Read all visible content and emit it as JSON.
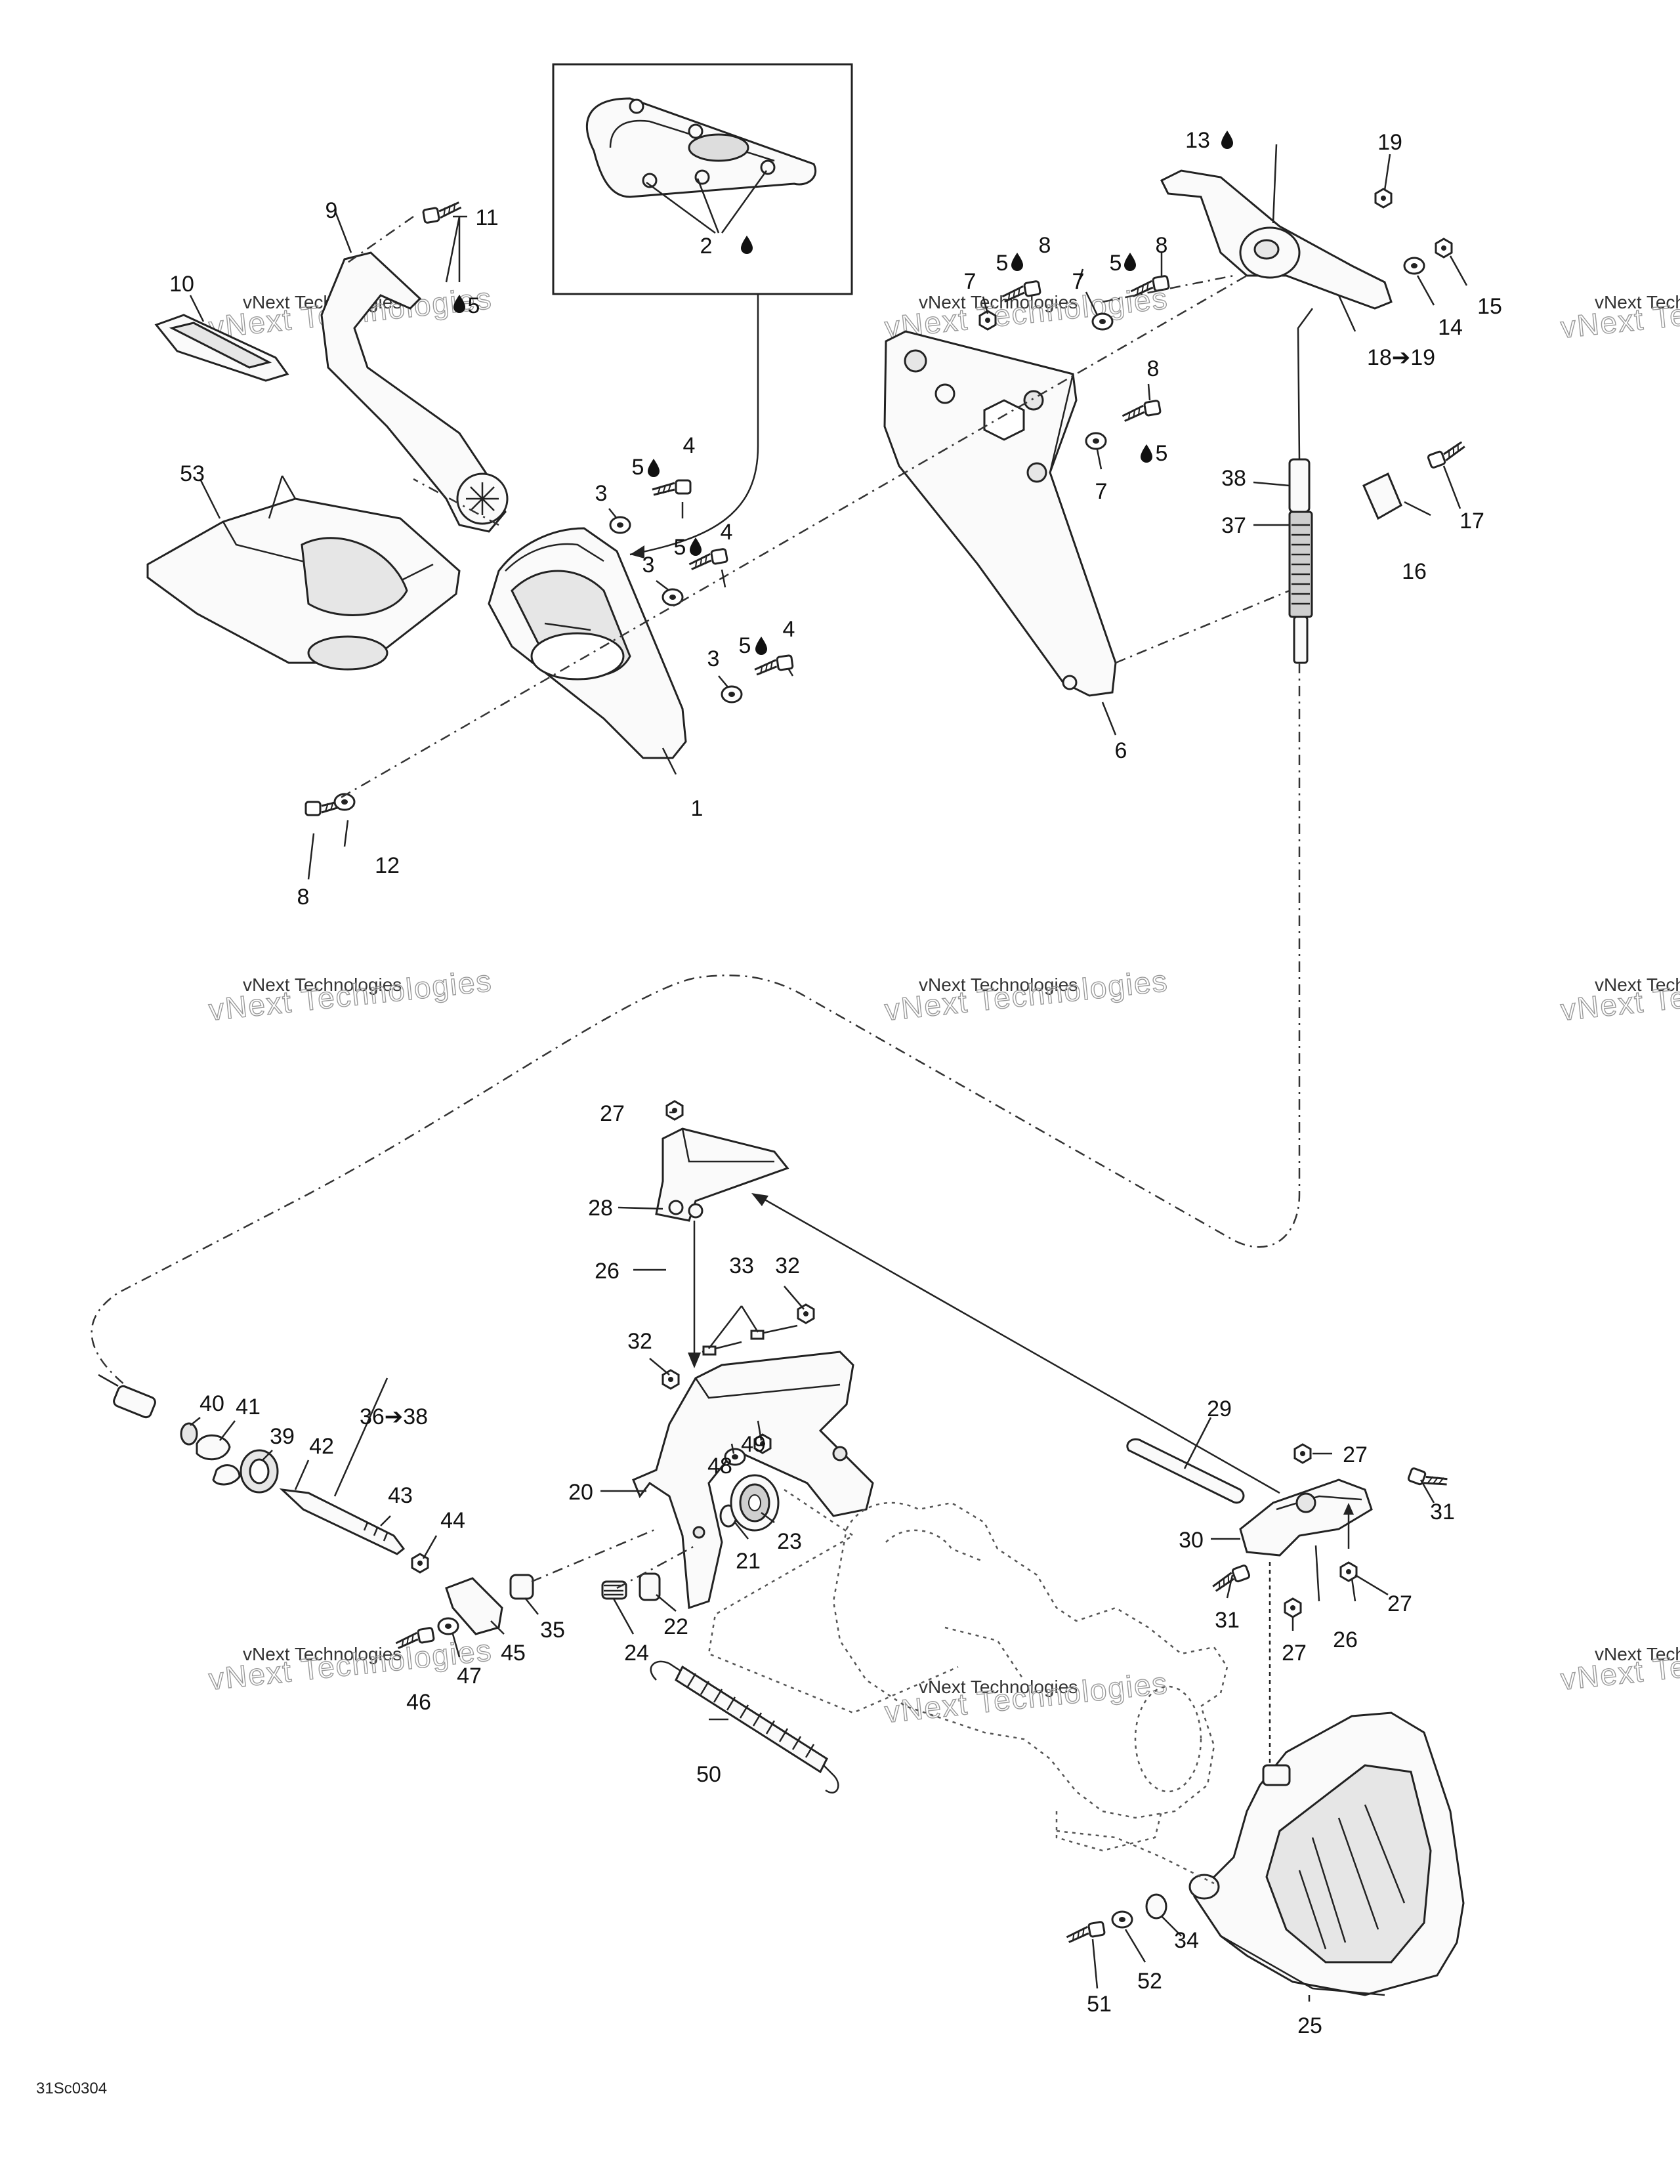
{
  "diagram": {
    "drawing_code": "31Sc0304",
    "watermark": {
      "line1": "vNext Technologies",
      "line2": "vNext Technologies"
    },
    "labels": {
      "l1": "1",
      "l2": "2",
      "l3a": "3",
      "l3b": "3",
      "l3c": "3",
      "l4a": "4",
      "l4b": "4",
      "l4c": "4",
      "l5a": "5",
      "l5b": "5",
      "l5c": "5",
      "l5d": "5",
      "l5e": "5",
      "l5f": "5",
      "l6": "6",
      "l7a": "7",
      "l7b": "7",
      "l7c": "7",
      "l8a": "8",
      "l8b": "8",
      "l8c": "8",
      "l8d": "8",
      "l9": "9",
      "l10": "10",
      "l11": "11",
      "l12": "12",
      "l13": "13",
      "l14": "14",
      "l15": "15",
      "l16": "16",
      "l17": "17",
      "l18": "18➔19",
      "l19": "19",
      "l20": "20",
      "l21": "21",
      "l22": "22",
      "l23": "23",
      "l24": "24",
      "l25": "25",
      "l26a": "26",
      "l26b": "26",
      "l27a": "27",
      "l27b": "27",
      "l27c": "27",
      "l27d": "27",
      "l28": "28",
      "l29": "29",
      "l30": "30",
      "l31a": "31",
      "l31b": "31",
      "l32a": "32",
      "l32b": "32",
      "l33": "33",
      "l34": "34",
      "l35": "35",
      "l36": "36➔38",
      "l37": "37",
      "l38": "38",
      "l39": "39",
      "l40": "40",
      "l41": "41",
      "l42": "42",
      "l43": "43",
      "l44": "44",
      "l45": "45",
      "l46": "46",
      "l47": "47",
      "l48": "48",
      "l49": "49",
      "l50": "50",
      "l51": "51",
      "l52": "52",
      "l53": "53"
    }
  }
}
